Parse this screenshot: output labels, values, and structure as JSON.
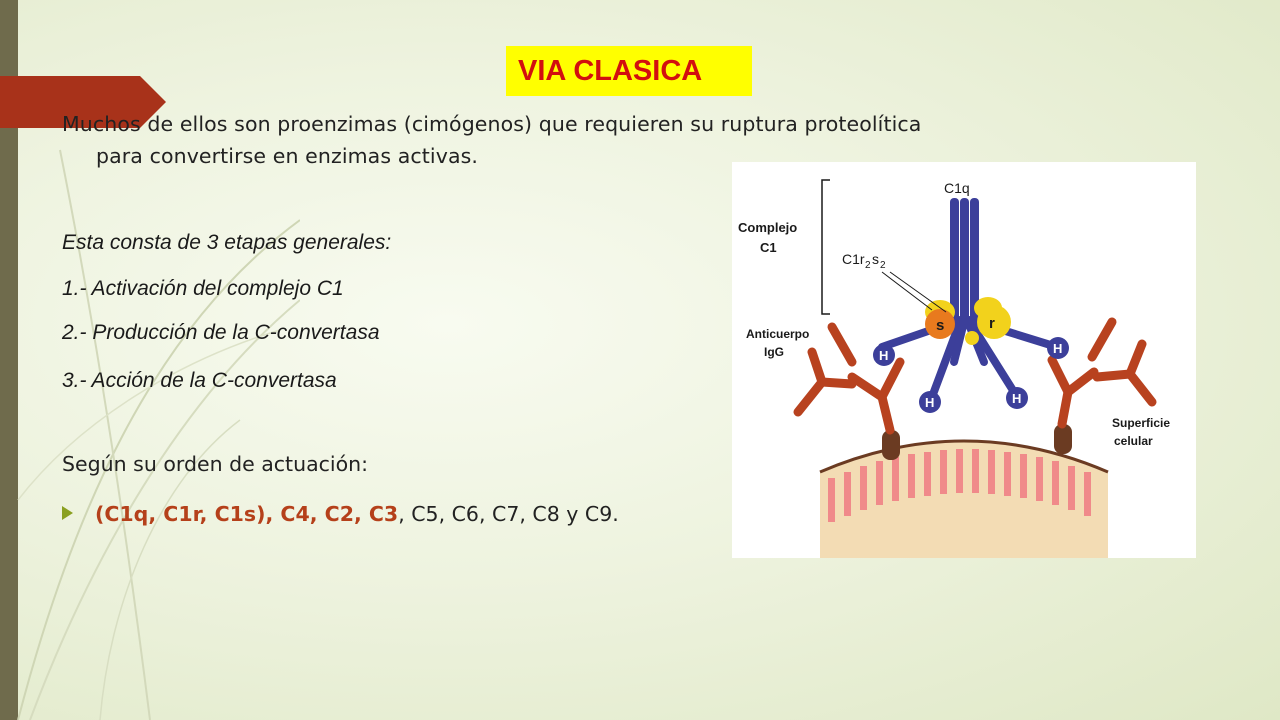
{
  "title": "VIA CLASICA",
  "intro": {
    "line1": "Muchos de ellos son proenzimas (cimógenos) que requieren su ruptura proteolítica",
    "line2": "para convertirse en enzimas activas."
  },
  "stages": {
    "title": "Esta consta de 3 etapas generales:",
    "items": [
      "1.- Activación del complejo C1",
      "2.- Producción de la C-convertasa",
      "3.- Acción de la C-convertasa"
    ]
  },
  "order": {
    "heading": "Según su orden de actuación:",
    "bold_part": "(C1q, C1r, C1s), C4, C2, C3",
    "rest": ", C5, C6, C7, C8 y C9."
  },
  "diagram": {
    "label_c1q": "C1q",
    "label_complejo_line1": "Complejo",
    "label_complejo_line2": "C1",
    "label_c1r": "C1r",
    "label_sub2a": "2",
    "label_s": "s",
    "label_sub2b": "2",
    "label_anticuerpo_line1": "Anticuerpo",
    "label_anticuerpo_line2": "IgG",
    "label_superficie_line1": "Superficie",
    "label_superficie_line2": "celular",
    "label_H": "H",
    "label_s_sphere": "s",
    "label_r_sphere": "r"
  },
  "colors": {
    "title_bg": "#ffff00",
    "title_text": "#d20f0f",
    "accent_red": "#b5401a",
    "bullet": "#8aa020",
    "antibody": "#b8421f",
    "c1q": "#3c3f9a",
    "c1s": "#e87a1e",
    "c1r": "#f2d21c",
    "membrane": "#f3dcb4",
    "membrane_stripes": "#f08a8a"
  },
  "icons": [
    "red-arrow-decoration",
    "bullet-arrow-icon"
  ]
}
